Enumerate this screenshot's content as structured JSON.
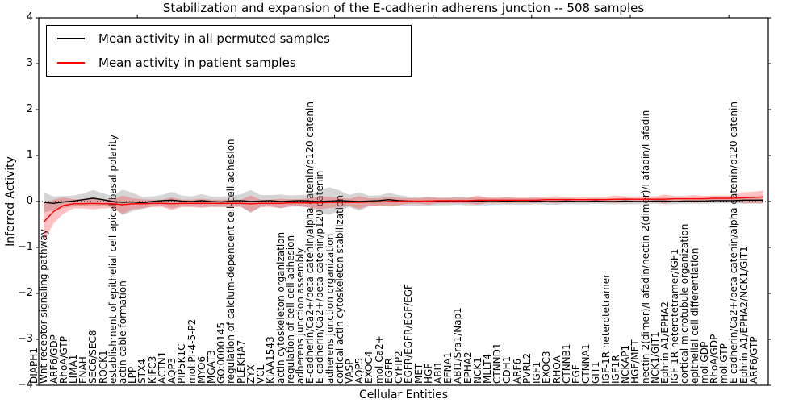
{
  "chart_data": {
    "type": "line",
    "title": "Stabilization and expansion of the E-cadherin adherens junction -- 508 samples",
    "xlabel": "Cellular Entities",
    "ylabel": "Inferred Activity",
    "ylim": [
      -4,
      4
    ],
    "yticks": [
      4,
      3,
      2,
      1,
      0,
      -1,
      -2,
      -3,
      -4
    ],
    "grid": false,
    "zero_line": "dotted",
    "legend": {
      "position": "upper left",
      "entries": [
        {
          "label": "Mean activity in all permuted samples",
          "color": "#000000"
        },
        {
          "label": "Mean activity in patient samples",
          "color": "#ff0000"
        }
      ]
    },
    "categories": [
      "DIAPH1",
      "Wnt receptor signaling pathway",
      "ARF6/GDP",
      "RhoA/GTP",
      "LIMA1",
      "ENAH",
      "SEC6/SEC8",
      "ROCK1",
      "establishment of epithelial cell apical/basal polarity",
      "actin cable formation",
      "LPP",
      "STX4",
      "KIFC3",
      "ACTN1",
      "AQP3",
      "PIP5K1C",
      "mol:PI-4-5-P2",
      "MYO6",
      "MGAT3",
      "GO:0000145",
      "regulation of calcium-dependent cell-cell adhesion",
      "PLEKHA7",
      "ZYX",
      "VCL",
      "KIAA1543",
      "actin cytoskeleton organization",
      "regulation of cell-cell adhesion",
      "adherens junction assembly",
      "E-cadherin/Ca2+/beta catenin/alpha catenin/p120 catenin",
      "E-cadherin/Ca2+/beta catenin/p120 catenin",
      "adherens junction organization",
      "cortical actin cytoskeleton stabilization",
      "VASP",
      "AQP5",
      "EXOC4",
      "mol:Ca2+",
      "EGFR",
      "CYFIP2",
      "EGFR/EGFR/EGF/EGF",
      "MET",
      "HGF",
      "ABI1",
      "EFNA1",
      "ABI1/Sra1/Nap1",
      "EPHA2",
      "NCK1",
      "MLLT4",
      "CTNND1",
      "CDH1",
      "ARF6",
      "PVRL2",
      "IGF1",
      "EXOC3",
      "RHOA",
      "CTNNB1",
      "EGF",
      "CTNNA1",
      "GIT1",
      "IGF-1R heterotetramer",
      "IGF1R",
      "NCKAP1",
      "HGF/MET",
      "nectin-2(dimer)/I-afadin/nectin-2(dimer)/I-afadin/I-afadin",
      "NCK1/GIT1",
      "Ephrin A1/EPHA2",
      "IGF-1R heterotetramer/IGF1",
      "cortical microtubule organization",
      "epithelial cell differentiation",
      "mol:GDP",
      "RhoA/GDP",
      "mol:GTP",
      "E-cadherin/Ca2+/beta catenin/alpha catenin/p120 catenin",
      "Ephrin A1/EPHA2/NCK1/GIT1",
      "ARF6/GTP"
    ],
    "series": [
      {
        "name": "Mean activity in all permuted samples",
        "color": "#000000",
        "band_color": "#888888",
        "band_opacity": 0.35,
        "values": [
          -0.02,
          -0.04,
          -0.01,
          0.01,
          0.04,
          0.07,
          0.04,
          0.0,
          -0.02,
          -0.01,
          -0.03,
          0.0,
          0.02,
          0.03,
          0.01,
          0.0,
          0.02,
          0.0,
          -0.01,
          0.01,
          0.02,
          0.0,
          0.01,
          0.02,
          0.0,
          0.01,
          0.02,
          0.01,
          0.0,
          0.01,
          0.02,
          0.01,
          0.0,
          0.01,
          0.02,
          0.04,
          0.02,
          0.01,
          0.0,
          0.01,
          0.0,
          0.0,
          0.01,
          0.0,
          0.01,
          0.0,
          0.0,
          0.01,
          0.0,
          0.0,
          0.01,
          0.0,
          0.0,
          0.01,
          0.0,
          0.0,
          0.01,
          0.0,
          0.0,
          0.01,
          0.0,
          0.0,
          0.01,
          0.01,
          0.0,
          0.01,
          0.01,
          0.01,
          0.02,
          0.02,
          0.02,
          0.03,
          0.03,
          0.03
        ],
        "band_halfwidth": [
          0.22,
          0.15,
          0.13,
          0.12,
          0.13,
          0.18,
          0.14,
          0.12,
          0.28,
          0.2,
          0.13,
          0.11,
          0.12,
          0.18,
          0.12,
          0.11,
          0.14,
          0.11,
          0.11,
          0.12,
          0.13,
          0.25,
          0.13,
          0.12,
          0.15,
          0.12,
          0.12,
          0.14,
          0.25,
          0.3,
          0.22,
          0.13,
          0.2,
          0.12,
          0.11,
          0.15,
          0.12,
          0.1,
          0.09,
          0.1,
          0.08,
          0.08,
          0.08,
          0.08,
          0.09,
          0.08,
          0.07,
          0.08,
          0.07,
          0.07,
          0.07,
          0.07,
          0.07,
          0.07,
          0.06,
          0.06,
          0.06,
          0.06,
          0.06,
          0.07,
          0.06,
          0.06,
          0.06,
          0.07,
          0.06,
          0.06,
          0.06,
          0.06,
          0.06,
          0.06,
          0.06,
          0.08,
          0.08,
          0.08
        ]
      },
      {
        "name": "Mean activity in patient samples",
        "color": "#ff0000",
        "band_color": "#ff2222",
        "band_opacity": 0.28,
        "values": [
          -0.45,
          -0.22,
          -0.09,
          -0.05,
          -0.05,
          -0.04,
          -0.05,
          -0.05,
          -0.07,
          -0.05,
          -0.05,
          -0.04,
          -0.04,
          -0.05,
          -0.04,
          -0.04,
          -0.04,
          -0.04,
          -0.04,
          -0.04,
          -0.04,
          -0.05,
          -0.04,
          -0.04,
          -0.04,
          -0.03,
          -0.03,
          -0.03,
          -0.03,
          -0.02,
          -0.02,
          -0.02,
          -0.02,
          -0.01,
          -0.01,
          0.0,
          0.0,
          0.01,
          0.01,
          0.01,
          0.02,
          0.02,
          0.02,
          0.02,
          0.03,
          0.03,
          0.03,
          0.03,
          0.03,
          0.03,
          0.03,
          0.04,
          0.04,
          0.04,
          0.04,
          0.04,
          0.04,
          0.04,
          0.05,
          0.05,
          0.05,
          0.05,
          0.05,
          0.05,
          0.06,
          0.06,
          0.06,
          0.06,
          0.07,
          0.07,
          0.07,
          0.08,
          0.09,
          0.1
        ],
        "band_halfwidth": [
          0.42,
          0.26,
          0.18,
          0.1,
          0.1,
          0.13,
          0.1,
          0.09,
          0.2,
          0.12,
          0.1,
          0.08,
          0.08,
          0.14,
          0.08,
          0.08,
          0.1,
          0.08,
          0.08,
          0.08,
          0.08,
          0.18,
          0.08,
          0.08,
          0.1,
          0.08,
          0.08,
          0.1,
          0.14,
          0.12,
          0.1,
          0.08,
          0.14,
          0.08,
          0.08,
          0.1,
          0.08,
          0.06,
          0.06,
          0.08,
          0.06,
          0.06,
          0.06,
          0.06,
          0.1,
          0.06,
          0.06,
          0.06,
          0.06,
          0.06,
          0.06,
          0.06,
          0.08,
          0.06,
          0.06,
          0.06,
          0.06,
          0.06,
          0.08,
          0.06,
          0.06,
          0.06,
          0.06,
          0.1,
          0.06,
          0.06,
          0.08,
          0.06,
          0.06,
          0.06,
          0.06,
          0.12,
          0.12,
          0.14
        ]
      }
    ],
    "top_ticks_at_x": [
      10,
      20,
      30,
      40,
      50,
      60,
      70
    ]
  }
}
